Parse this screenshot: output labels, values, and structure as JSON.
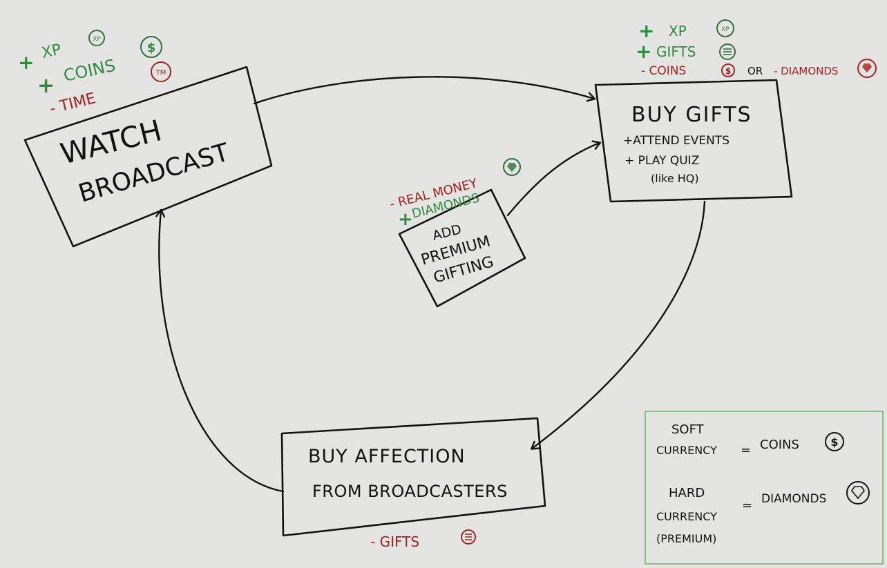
{
  "nodes": {
    "watch": {
      "line1": "WATCH",
      "line2": "BROADCAST"
    },
    "buy_gifts": {
      "title": "BUY GIFTS",
      "line2": "+ATTEND EVENTS",
      "line3": "+ PLAY QUIZ",
      "line4": "(like HQ)"
    },
    "premium": {
      "line1": "ADD",
      "line2": "PREMIUM",
      "line3": "GIFTING"
    },
    "affection": {
      "line1": "BUY AFFECTION",
      "line2": "FROM BROADCASTERS"
    }
  },
  "annotations": {
    "watch": {
      "xp": "XP",
      "coins": "COINS",
      "time": "- TIME",
      "plus": "+"
    },
    "buy_gifts": {
      "xp": "XP",
      "gifts": "GIFTS",
      "coins": "- COINS",
      "or": "OR",
      "diamonds": "- DIAMONDS",
      "plus": "+"
    },
    "premium": {
      "real_money": "- REAL MONEY",
      "diamonds": "DIAMONDS",
      "plus": "+"
    },
    "affection": {
      "gifts": "- GIFTS"
    }
  },
  "icons": {
    "xp": "XP",
    "coin": "$",
    "time": "TM"
  },
  "legend": {
    "soft1": "SOFT",
    "soft2": "CURRENCY",
    "soft_value": "COINS",
    "hard1": "HARD",
    "hard2": "CURRENCY",
    "hard3": "(PREMIUM)",
    "hard_value": "DIAMONDS",
    "eq": "="
  },
  "colors": {
    "gain": "#2f8c3e",
    "cost": "#a3231f",
    "ink": "#111111",
    "legend_border": "#5fb85f"
  }
}
